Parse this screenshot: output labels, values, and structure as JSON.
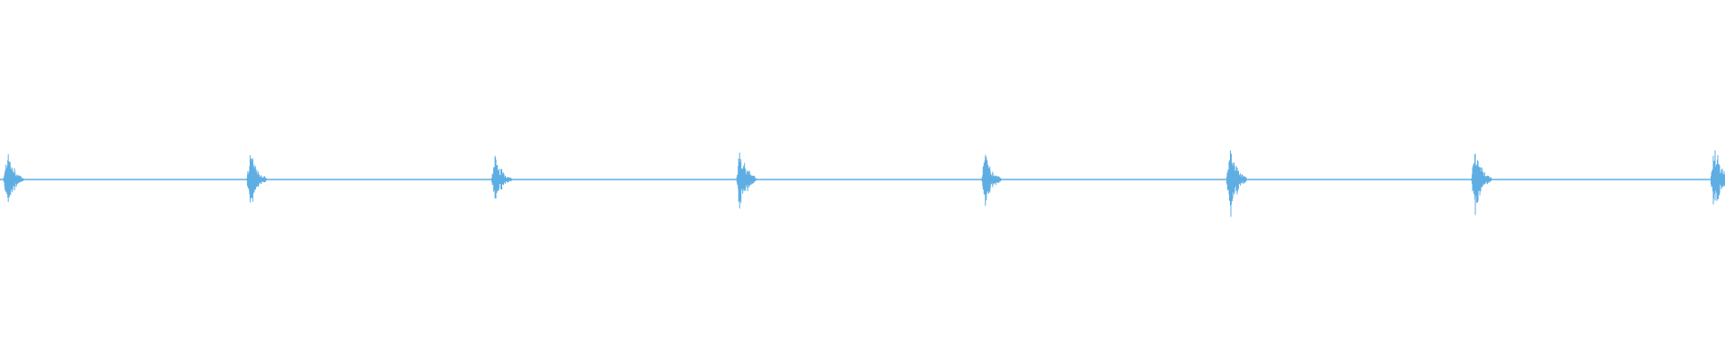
{
  "waveform": {
    "color": "#5eaee3",
    "background": "#ffffff",
    "bursts": [
      {
        "time": 0.004,
        "peak": 0.82
      },
      {
        "time": 0.145,
        "peak": 0.75
      },
      {
        "time": 0.287,
        "peak": 0.68
      },
      {
        "time": 0.429,
        "peak": 0.88
      },
      {
        "time": 0.571,
        "peak": 0.7
      },
      {
        "time": 0.713,
        "peak": 0.98
      },
      {
        "time": 0.855,
        "peak": 0.82
      },
      {
        "time": 0.996,
        "peak": 1.0
      }
    ]
  }
}
